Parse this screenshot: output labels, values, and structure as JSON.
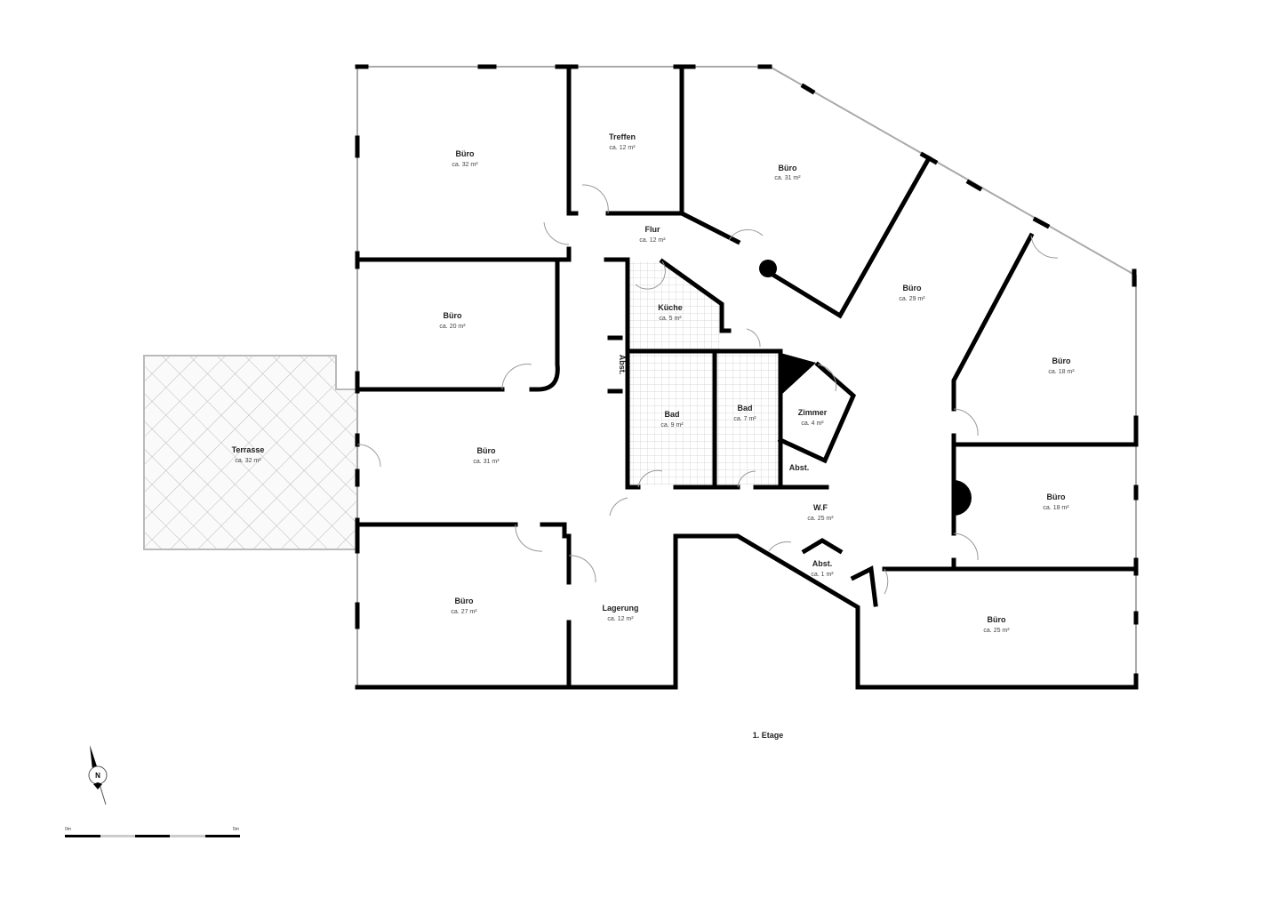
{
  "plan": {
    "floor_label": "1. Etage",
    "scale": {
      "start": "0m",
      "end": "5m"
    },
    "north_label": "N",
    "rooms": [
      {
        "name": "Büro",
        "area": "ca. 32 m²"
      },
      {
        "name": "Treffen",
        "area": "ca. 12 m²"
      },
      {
        "name": "Büro",
        "area": "ca. 31 m²"
      },
      {
        "name": "Flur",
        "area": "ca. 12 m²"
      },
      {
        "name": "Büro",
        "area": "ca. 20 m²"
      },
      {
        "name": "Küche",
        "area": "ca. 5 m²"
      },
      {
        "name": "Büro",
        "area": "ca. 29 m²"
      },
      {
        "name": "Büro",
        "area": "ca. 18 m²"
      },
      {
        "name": "Abst."
      },
      {
        "name": "Bad",
        "area": "ca. 9 m²"
      },
      {
        "name": "Bad",
        "area": "ca. 7 m²"
      },
      {
        "name": "Zimmer",
        "area": "ca. 4 m²"
      },
      {
        "name": "Terrasse",
        "area": "ca. 32 m²"
      },
      {
        "name": "Büro",
        "area": "ca. 31 m²"
      },
      {
        "name": "Abst."
      },
      {
        "name": "Büro",
        "area": "ca. 18 m²"
      },
      {
        "name": "W.F",
        "area": "ca. 25 m²"
      },
      {
        "name": "Abst.",
        "area": "ca. 1 m²"
      },
      {
        "name": "Büro",
        "area": "ca. 27 m²"
      },
      {
        "name": "Lagerung",
        "area": "ca. 12 m²"
      },
      {
        "name": "Büro",
        "area": "ca. 25 m²"
      }
    ]
  }
}
